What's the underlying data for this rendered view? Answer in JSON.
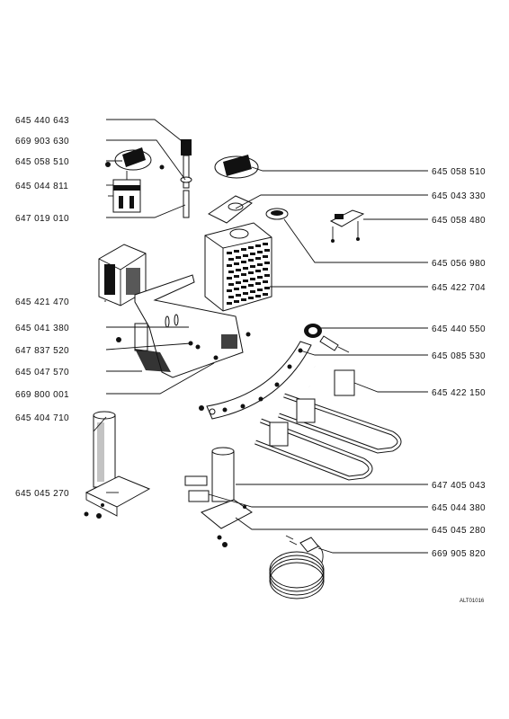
{
  "diagram": {
    "reference_code": "ALT01016",
    "left_labels": [
      "645 440 643",
      "669 903 630",
      "645 058 510",
      "645 044 811",
      "647 019 010",
      "645 421 470",
      "645 041 380",
      "647 837 520",
      "645 047 570",
      "669 800 001",
      "645 404 710",
      "645 045 270"
    ],
    "right_labels": [
      "645 058 510",
      "645 043 330",
      "645 058 480",
      "645 056 980",
      "645 422 704",
      "645 440 550",
      "645 085 530",
      "645 422 150",
      "647 405 043",
      "645 044 380",
      "645 045 280",
      "669 905 820"
    ]
  }
}
